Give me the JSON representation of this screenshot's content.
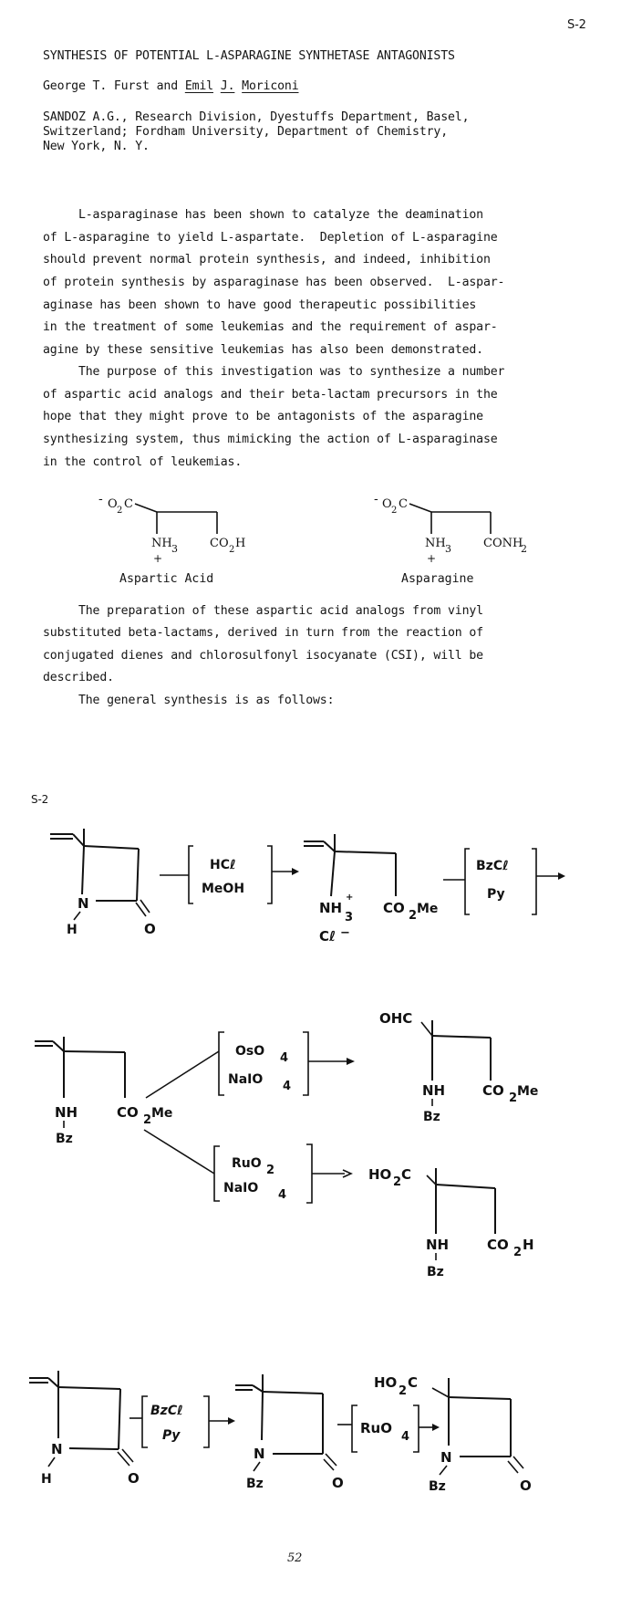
{
  "header": {
    "page_label_top": "S-2",
    "title": "SYNTHESIS OF POTENTIAL L-ASPARAGINE SYNTHETASE ANTAGONISTS",
    "authors": {
      "author1": "George T. Furst",
      "and": "and",
      "author2_first": "Emil",
      "author2_initial": "J.",
      "author2_last": "Moriconi"
    },
    "affiliation_lines": [
      "SANDOZ A.G., Research Division, Dyestuffs Department, Basel,",
      "Switzerland; Fordham University, Department of Chemistry,",
      "New York, N. Y."
    ]
  },
  "body": {
    "paragraph1": [
      "     L-asparaginase has been shown to catalyze the deamination",
      "of L-asparagine to yield L-aspartate.  Depletion of L-asparagine",
      "should prevent normal protein synthesis, and indeed, inhibition",
      "of protein synthesis by asparaginase has been observed.  L-aspar-",
      "aginase has been shown to have good therapeutic possibilities",
      "in the treatment of some leukemias and the requirement of aspar-",
      "agine by these sensitive leukemias has also been demonstrated."
    ],
    "paragraph2": [
      "     The purpose of this investigation was to synthesize a number",
      "of aspartic acid analogs and their beta-lactam precursors in the",
      "hope that they might prove to be antagonists of the asparagine",
      "synthesizing system, thus mimicking the action of L-asparaginase",
      "in the control of leukemias."
    ],
    "paragraph3": [
      "     The preparation of these aspartic acid analogs from vinyl",
      "substituted beta-lactams, derived in turn from the reaction of",
      "conjugated dienes and chlorosulfonyl isocyanate (CSI), will be",
      "described."
    ],
    "paragraph4": "     The general synthesis is as follows:"
  },
  "structures": {
    "aspartic_acid": {
      "label": "Aspartic Acid",
      "left_group_charge": "-",
      "left_group": "O",
      "left_group_sub": "2",
      "left_group_c": "C",
      "amine": "NH",
      "amine_sub": "3",
      "amine_charge": "+",
      "right_group": "CO",
      "right_group_sub": "2",
      "right_group_end": "H"
    },
    "asparagine": {
      "label": "Asparagine",
      "left_group_charge": "-",
      "left_group": "O",
      "left_group_sub": "2",
      "left_group_c": "C",
      "amine": "NH",
      "amine_sub": "3",
      "amine_charge": "+",
      "right_group": "CONH",
      "right_group_sub": "2"
    }
  },
  "scheme": {
    "section_label": "S-2",
    "row1": {
      "lactam": {
        "n": "N",
        "h": "H",
        "o": "O"
      },
      "reagent1": {
        "line1": "HCℓ",
        "line2": "MeOH"
      },
      "intermediate": {
        "amine": "NH",
        "amine_sub": "3",
        "amine_charge": "+",
        "counterion": "Cℓ",
        "counterion_charge": "−",
        "ester": "CO",
        "ester_sub": "2",
        "ester_end": "Me"
      },
      "reagent2": {
        "line1": "BzCℓ",
        "line2": "Py"
      }
    },
    "row2": {
      "start": {
        "amine": "NH",
        "protect": "Bz",
        "ester": "CO",
        "ester_sub": "2",
        "ester_end": "Me"
      },
      "upper_reagent": {
        "line1": "OsO",
        "line1_sub": "4",
        "line2": "NaIO",
        "line2_sub": "4"
      },
      "upper_product": {
        "top": "OHC",
        "amine": "NH",
        "protect": "Bz",
        "ester": "CO",
        "ester_sub": "2",
        "ester_end": "Me"
      },
      "lower_reagent": {
        "line1": "RuO",
        "line1_sub": "2",
        "line2": "NaIO",
        "line2_sub": "4"
      },
      "lower_product": {
        "top": "HO",
        "top_sub": "2",
        "top_end": "C",
        "amine": "NH",
        "protect": "Bz",
        "acid": "CO",
        "acid_sub": "2",
        "acid_end": "H"
      }
    },
    "row3": {
      "lactam": {
        "n": "N",
        "h": "H",
        "o": "O"
      },
      "reagent1": {
        "line1": "BzCℓ",
        "line2": "Py"
      },
      "bz_lactam": {
        "n": "N",
        "protect": "Bz",
        "o": "O"
      },
      "reagent2": {
        "line1": "RuO",
        "line1_sub": "4"
      },
      "product": {
        "top": "HO",
        "top_sub": "2",
        "top_end": "C",
        "n": "N",
        "protect": "Bz",
        "o": "O"
      }
    }
  },
  "footer": {
    "page_number": "52"
  }
}
